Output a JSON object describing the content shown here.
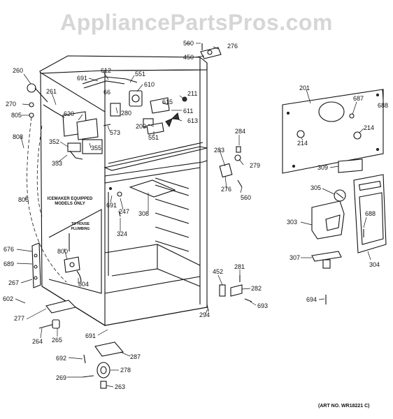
{
  "watermark": "AppliancePartsPros.com",
  "art_number": "(ART NO. WR18221 C)",
  "notes": {
    "icemaker": [
      "ICEMAKER EQUIPPED",
      "MODELS ONLY"
    ],
    "plumbing": [
      "TO HOUSE",
      "PLUMBING"
    ]
  },
  "labels": {
    "l560a": "560",
    "l450": "450",
    "l276a": "276",
    "l260": "260",
    "l691a": "691",
    "l612": "612",
    "l551a": "551",
    "l66": "66",
    "l610": "610",
    "l261": "261",
    "l211": "211",
    "l270": "270",
    "l615": "615",
    "l611": "611",
    "l805": "805",
    "l620": "620",
    "l280": "280",
    "l613": "613",
    "l209": "209",
    "l573": "573",
    "l551b": "551",
    "l808": "808",
    "l352": "352",
    "l355": "355",
    "l353": "353",
    "l284": "284",
    "l283": "283",
    "l279": "279",
    "l276b": "276",
    "l560b": "560",
    "l806": "806",
    "l691b": "691",
    "l247": "247",
    "l308": "308",
    "l324": "324",
    "l800": "800",
    "l676": "676",
    "l689": "689",
    "l804": "804",
    "l267": "267",
    "l452": "452",
    "l281": "281",
    "l282": "282",
    "l693": "693",
    "l602": "602",
    "l294": "294",
    "l277": "277",
    "l691c": "691",
    "l264": "264",
    "l265": "265",
    "l692": "692",
    "l287": "287",
    "l278": "278",
    "l269": "269",
    "l263": "263",
    "l201": "201",
    "l687": "687",
    "l688a": "688",
    "l214a": "214",
    "l214b": "214",
    "l309": "309",
    "l305": "305",
    "l303": "303",
    "l688b": "688",
    "l307": "307",
    "l304": "304",
    "l694": "694"
  }
}
